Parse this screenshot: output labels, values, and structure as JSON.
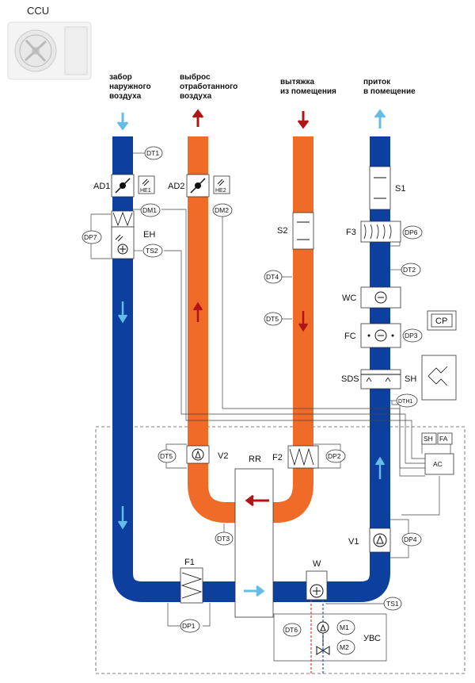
{
  "ccu": {
    "label": "CCU"
  },
  "headers": {
    "intake": [
      "забор",
      "наружного",
      "воздуха"
    ],
    "exhaust": [
      "выброс",
      "отработанного",
      "воздуха"
    ],
    "extract": [
      "вытяжка",
      "из помещения"
    ],
    "supply": [
      "приток",
      "в помещение"
    ]
  },
  "labels": {
    "ad1": "AD1",
    "ad2": "AD2",
    "eh": "EH",
    "s1": "S1",
    "s2": "S2",
    "f3": "F3",
    "wc": "WC",
    "fc": "FC",
    "sds": "SDS",
    "sh": "SH",
    "cp": "CP",
    "v2": "V2",
    "rr": "RR",
    "f2": "F2",
    "f1": "F1",
    "v1": "V1",
    "w": "W",
    "uvs": "УВС",
    "ac": "AC",
    "sh_box": "SH",
    "fa_box": "FA"
  },
  "sensors": {
    "dt1": "DT1",
    "he1": "HE1",
    "he2": "HE2",
    "dm1": "DM1",
    "dm2": "DM2",
    "dp7": "DP7",
    "ts2": "TS2",
    "dp6": "DP6",
    "dt2": "DT2",
    "dt4": "DT4",
    "dt5a": "DT5",
    "dp3": "DP3",
    "dth1": "DTH1",
    "dt5b": "DT5",
    "dp2": "DP2",
    "dt3": "DT3",
    "dp4": "DP4",
    "dp1": "DP1",
    "ts1": "TS1",
    "dt6": "DT6",
    "m1": "M1",
    "m2": "M2"
  },
  "colors": {
    "supply": "#0d3f9e",
    "exhaust": "#f06b27",
    "arrow_light": "#64bde8",
    "arrow_dark": "#b01414"
  }
}
